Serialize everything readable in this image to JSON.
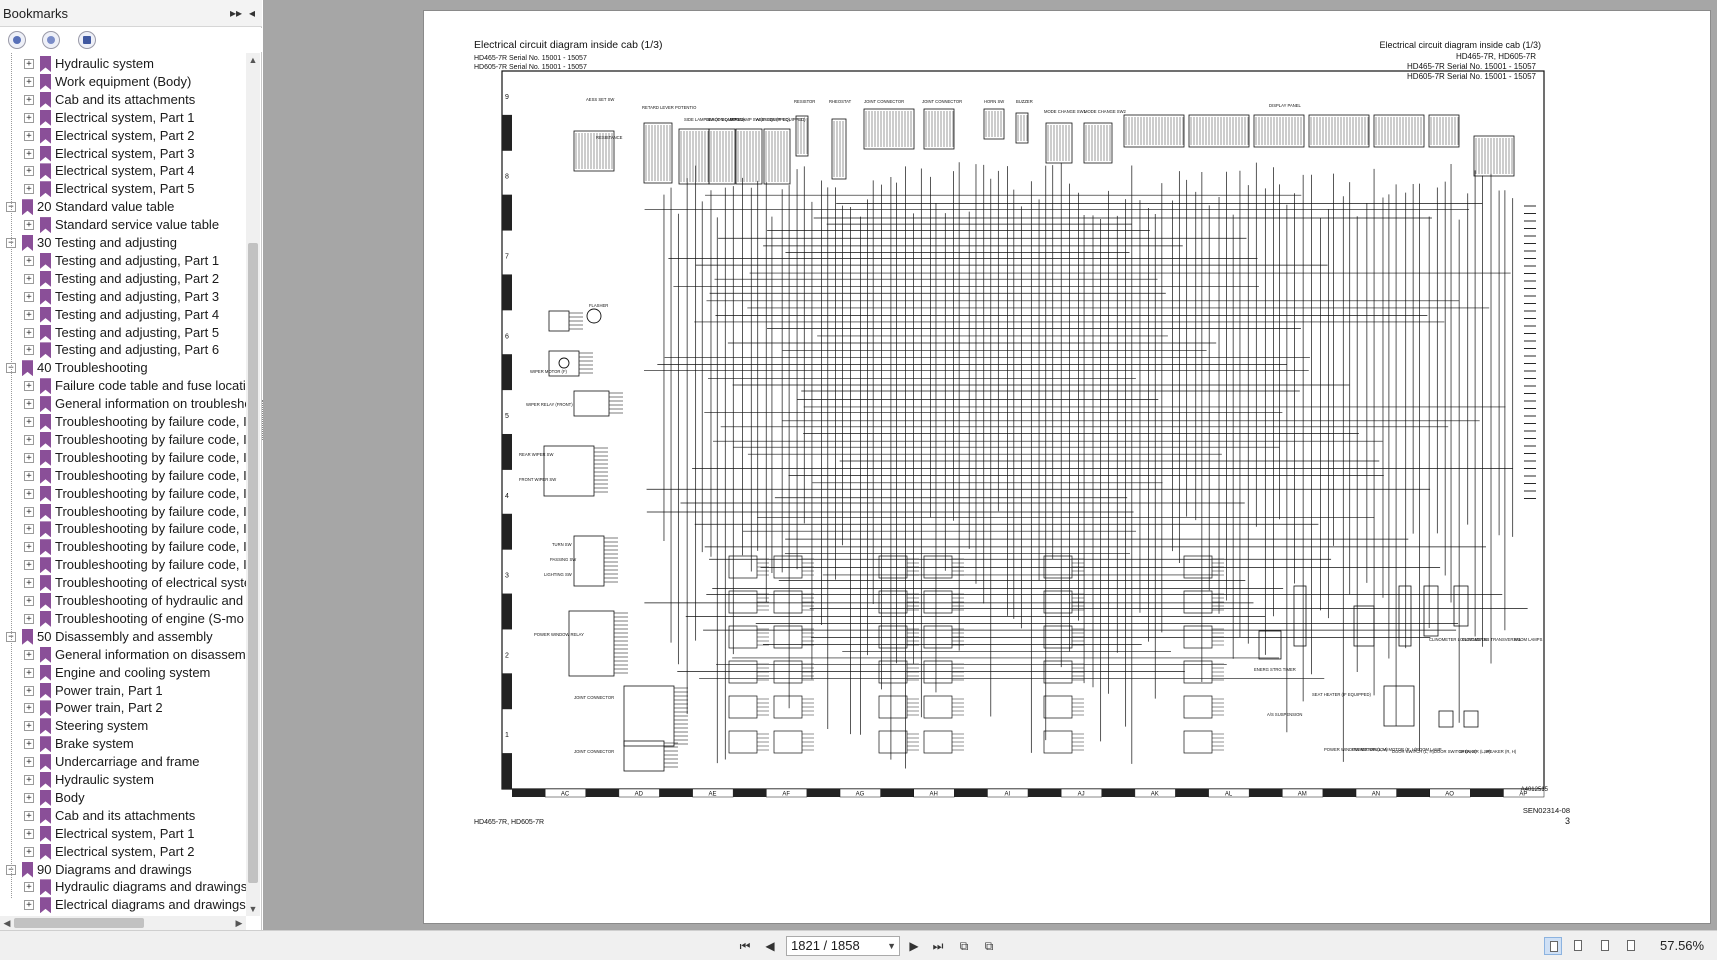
{
  "bookmarks_panel": {
    "title": "Bookmarks",
    "items": [
      {
        "label": "Hydraulic system",
        "level": 2,
        "toggle": "+"
      },
      {
        "label": "Work equipment (Body)",
        "level": 2,
        "toggle": "+"
      },
      {
        "label": "Cab and its attachments",
        "level": 2,
        "toggle": "+"
      },
      {
        "label": "Electrical system, Part 1",
        "level": 2,
        "toggle": "+"
      },
      {
        "label": "Electrical system, Part 2",
        "level": 2,
        "toggle": "+"
      },
      {
        "label": "Electrical system, Part 3",
        "level": 2,
        "toggle": "+"
      },
      {
        "label": "Electrical system, Part 4",
        "level": 2,
        "toggle": "+"
      },
      {
        "label": "Electrical system, Part 5",
        "level": 2,
        "toggle": "+"
      },
      {
        "label": "20 Standard value table",
        "level": 1,
        "toggle": "−"
      },
      {
        "label": "Standard service value table",
        "level": 2,
        "toggle": "+"
      },
      {
        "label": "30 Testing and adjusting",
        "level": 1,
        "toggle": "−"
      },
      {
        "label": "Testing and adjusting, Part 1",
        "level": 2,
        "toggle": "+"
      },
      {
        "label": "Testing and adjusting, Part 2",
        "level": 2,
        "toggle": "+"
      },
      {
        "label": "Testing and adjusting, Part 3",
        "level": 2,
        "toggle": "+"
      },
      {
        "label": "Testing and adjusting, Part 4",
        "level": 2,
        "toggle": "+"
      },
      {
        "label": "Testing and adjusting, Part 5",
        "level": 2,
        "toggle": "+"
      },
      {
        "label": "Testing and adjusting, Part 6",
        "level": 2,
        "toggle": "+"
      },
      {
        "label": "40 Troubleshooting",
        "level": 1,
        "toggle": "−"
      },
      {
        "label": "Failure code table and fuse locatic",
        "level": 2,
        "toggle": "+"
      },
      {
        "label": "General information on troublesho",
        "level": 2,
        "toggle": "+"
      },
      {
        "label": "Troubleshooting by failure code, I",
        "level": 2,
        "toggle": "+"
      },
      {
        "label": "Troubleshooting by failure code, I",
        "level": 2,
        "toggle": "+"
      },
      {
        "label": "Troubleshooting by failure code, I",
        "level": 2,
        "toggle": "+"
      },
      {
        "label": "Troubleshooting by failure code, I",
        "level": 2,
        "toggle": "+"
      },
      {
        "label": "Troubleshooting by failure code, I",
        "level": 2,
        "toggle": "+"
      },
      {
        "label": "Troubleshooting by failure code, I",
        "level": 2,
        "toggle": "+"
      },
      {
        "label": "Troubleshooting by failure code, I",
        "level": 2,
        "toggle": "+"
      },
      {
        "label": "Troubleshooting by failure code, I",
        "level": 2,
        "toggle": "+"
      },
      {
        "label": "Troubleshooting by failure code, I",
        "level": 2,
        "toggle": "+"
      },
      {
        "label": "Troubleshooting of electrical syste",
        "level": 2,
        "toggle": "+"
      },
      {
        "label": "Troubleshooting of hydraulic and",
        "level": 2,
        "toggle": "+"
      },
      {
        "label": "Troubleshooting of engine (S-mo",
        "level": 2,
        "toggle": "+"
      },
      {
        "label": "50 Disassembly and assembly",
        "level": 1,
        "toggle": "−"
      },
      {
        "label": "General information on disassemb",
        "level": 2,
        "toggle": "+"
      },
      {
        "label": "Engine and cooling system",
        "level": 2,
        "toggle": "+"
      },
      {
        "label": "Power train, Part 1",
        "level": 2,
        "toggle": "+"
      },
      {
        "label": "Power train, Part 2",
        "level": 2,
        "toggle": "+"
      },
      {
        "label": "Steering system",
        "level": 2,
        "toggle": "+"
      },
      {
        "label": "Brake system",
        "level": 2,
        "toggle": "+"
      },
      {
        "label": "Undercarriage and frame",
        "level": 2,
        "toggle": "+"
      },
      {
        "label": "Hydraulic system",
        "level": 2,
        "toggle": "+"
      },
      {
        "label": "Body",
        "level": 2,
        "toggle": "+"
      },
      {
        "label": "Cab and its attachments",
        "level": 2,
        "toggle": "+"
      },
      {
        "label": "Electrical system, Part 1",
        "level": 2,
        "toggle": "+"
      },
      {
        "label": "Electrical system, Part 2",
        "level": 2,
        "toggle": "+"
      },
      {
        "label": "90 Diagrams and drawings",
        "level": 1,
        "toggle": "−"
      },
      {
        "label": "Hydraulic diagrams and drawings",
        "level": 2,
        "toggle": "+"
      },
      {
        "label": "Electrical diagrams and drawings",
        "level": 2,
        "toggle": "+"
      }
    ]
  },
  "document": {
    "title_left": "Electrical circuit diagram inside cab (1/3)",
    "serial_left_1": "HD465-7R Serial No. 15001 - 15057",
    "serial_left_2": "HD605-7R Serial No. 15001 - 15057",
    "title_right": "Electrical circuit diagram inside cab (1/3)",
    "models_right": "HD465-7R, HD605-7R",
    "serial_right_1": "HD465-7R Serial No. 15001 - 15057",
    "serial_right_2": "HD605-7R Serial No. 15001 - 15057",
    "footer_left": "HD465-7R, HD605-7R",
    "doc_code": "SEN02314-08",
    "page_number": "3",
    "figure_code": "A4012515",
    "row_labels": [
      "9",
      "8",
      "7",
      "6",
      "5",
      "4",
      "3",
      "2",
      "1"
    ],
    "col_labels": [
      "AC",
      "AD",
      "AE",
      "AF",
      "AG",
      "AH",
      "AI",
      "AJ",
      "AK",
      "AL",
      "AM",
      "AN",
      "AO",
      "AP"
    ],
    "component_labels": [
      "AESS SET SW",
      "RETARD LEVER POTENTIO",
      "RESISTANCE",
      "SIDE LAMP SW (IF EQUIPPED)",
      "BEACON LAMP SW",
      "FOG LAMP SW (IF EQUIPPED)",
      "ABSS SW (IF EQUIPPED)",
      "RESISTOR",
      "RHEOSTAT",
      "JOINT CONNECTOR",
      "JOINT CONNECTOR",
      "HORN SW",
      "BUZZER",
      "MODE CHANGE SW1",
      "MODE CHANGE SW2",
      "DISPLAY PANEL",
      "FLASHER",
      "WIPER MOTOR (F)",
      "WIPER RELAY (FRONT)",
      "REAR WIPER SW",
      "FRONT WIPER SW",
      "TURN SW",
      "PASSING SW",
      "LIGHTING SW",
      "POWER WINDOW RELAY",
      "JOINT CONNECTOR",
      "JOINT CONNECTOR",
      "ENERG STRG TIMER",
      "SEAT HEATER (IF EQUIPPED)",
      "A/S SUSPENSION",
      "POWER WINDOW MOTOR (L, H)",
      "POWER WINDOW MOTOR (R, H)",
      "DOOR SWITCH (L, H)",
      "ROOM LAMP",
      "DOOR SWITCH (R, H)",
      "SPEAKER (L, H)",
      "SPEAKER (R, H)",
      "CLINOMETER LONGITUDINAL",
      "CLINOMETER TRANSVERSAL",
      "ROOM LAMPS"
    ]
  },
  "navbar": {
    "page_field": "1821 / 1858",
    "zoom": "57.56%"
  }
}
